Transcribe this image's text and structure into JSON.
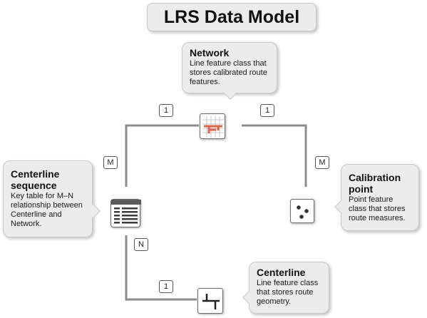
{
  "title": "LRS Data Model",
  "nodes": {
    "network": {
      "name": "Network",
      "description": "Line feature class that stores calibrated route features.",
      "icon": "network-grid-icon"
    },
    "calibration_point": {
      "name": "Calibration point",
      "description": "Point feature class that stores route measures.",
      "icon": "points-icon"
    },
    "centerline_sequence": {
      "name": "Centerline sequence",
      "description": "Key table for M–N relationship between Centerline and Network.",
      "icon": "table-icon"
    },
    "centerline": {
      "name": "Centerline",
      "description": "Line feature class that stores route geometry.",
      "icon": "line-icon"
    }
  },
  "relationships": [
    {
      "from": "Network",
      "to": "Centerline sequence",
      "from_cardinality": "1",
      "to_cardinality": "M"
    },
    {
      "from": "Network",
      "to": "Calibration point",
      "from_cardinality": "1",
      "to_cardinality": "M"
    },
    {
      "from": "Centerline sequence",
      "to": "Centerline",
      "from_cardinality": "N",
      "to_cardinality": "1"
    }
  ],
  "colors": {
    "callout_fill": "#ececec",
    "connector": "#8c8c8c",
    "network_accent": "#d9694a"
  }
}
